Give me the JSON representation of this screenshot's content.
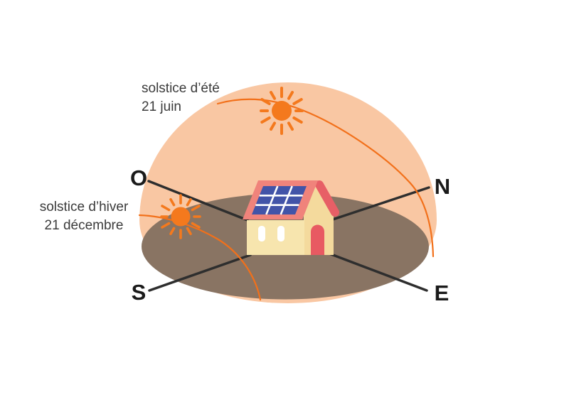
{
  "diagram": {
    "type": "sun-path-solstice-diagram",
    "labels": {
      "summer_solstice": {
        "line1": "solstice d’été",
        "line2": "21 juin"
      },
      "winter_solstice": {
        "line1": "solstice d’hiver",
        "line2": "21 décembre"
      }
    },
    "compass": {
      "west": "O",
      "north": "N",
      "south": "S",
      "east": "E"
    },
    "colors": {
      "sky_dome": "#F9C7A3",
      "ground": "#897463",
      "sun_orange": "#F4791D",
      "sun_path": "#F2701A",
      "roof_coral": "#F0837B",
      "roof_edge_red": "#E75F66",
      "door_red": "#E85A62",
      "wall_front": "#F7E5AE",
      "wall_side": "#F4DA9D",
      "solar_panel_blue": "#4254A8",
      "panel_grid_white": "#FFFFFF",
      "compass_line": "#2E2E2E",
      "label_text": "#3B3B3B",
      "compass_text": "#1A1A1A"
    }
  }
}
